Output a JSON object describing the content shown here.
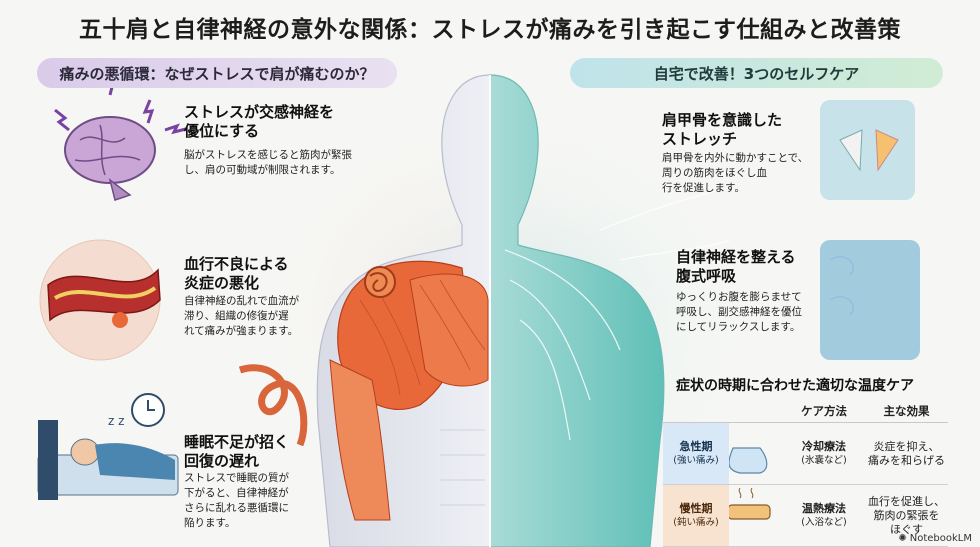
{
  "title": "五十肩と自律神経の意外な関係：ストレスが痛みを引き起こす仕組みと改善策",
  "left": {
    "header": "痛みの悪循環：なぜストレスで肩が痛むのか？",
    "items": [
      {
        "title": "ストレスが交感神経を\n優位にする",
        "body": "脳がストレスを感じると筋肉が緊張\nし、肩の可動域が制限されます。"
      },
      {
        "title": "血行不良による\n炎症の悪化",
        "body": "自律神経の乱れで血流が\n滞り、組織の修復が遅\nれて痛みが強まります。"
      },
      {
        "title": "睡眠不足が招く\n回復の遅れ",
        "body": "ストレスで睡眠の質が\n下がると、自律神経が\nさらに乱れる悪循環に\n陥ります。"
      }
    ]
  },
  "right": {
    "header": "自宅で改善！3つのセルフケア",
    "items": [
      {
        "title": "肩甲骨を意識した\nストレッチ",
        "body": "肩甲骨を内外に動かすことで、周りの筋肉をほぐし血\n行を促進します。"
      },
      {
        "title": "自律神経を整える\n腹式呼吸",
        "body": "ゆっくりお腹を膨らませて\n呼吸し、副交感神経を優位\nにしてリラックスします。"
      }
    ],
    "table": {
      "title": "症状の時期に合わせた適切な温度ケア",
      "headers": [
        "ケア方法",
        "主な効果"
      ],
      "rows": [
        {
          "phase": "急性期",
          "phase_note": "(強い痛み)",
          "method": "冷却療法",
          "method_note": "(氷嚢など)",
          "effect": "炎症を抑え、\n痛みを和らげる"
        },
        {
          "phase": "慢性期",
          "phase_note": "(鈍い痛み)",
          "method": "温熱療法",
          "method_note": "(入浴など)",
          "effect": "血行を促進し、\n筋肉の緊張を\nほぐす"
        }
      ]
    }
  },
  "credit": "NotebookLM",
  "colors": {
    "left_accent": "#d9cbe9",
    "right_accent": "#bfe3ea",
    "muscle": "#e8683a",
    "cool": "#d8e8f7",
    "warm": "#f7e3cf"
  }
}
